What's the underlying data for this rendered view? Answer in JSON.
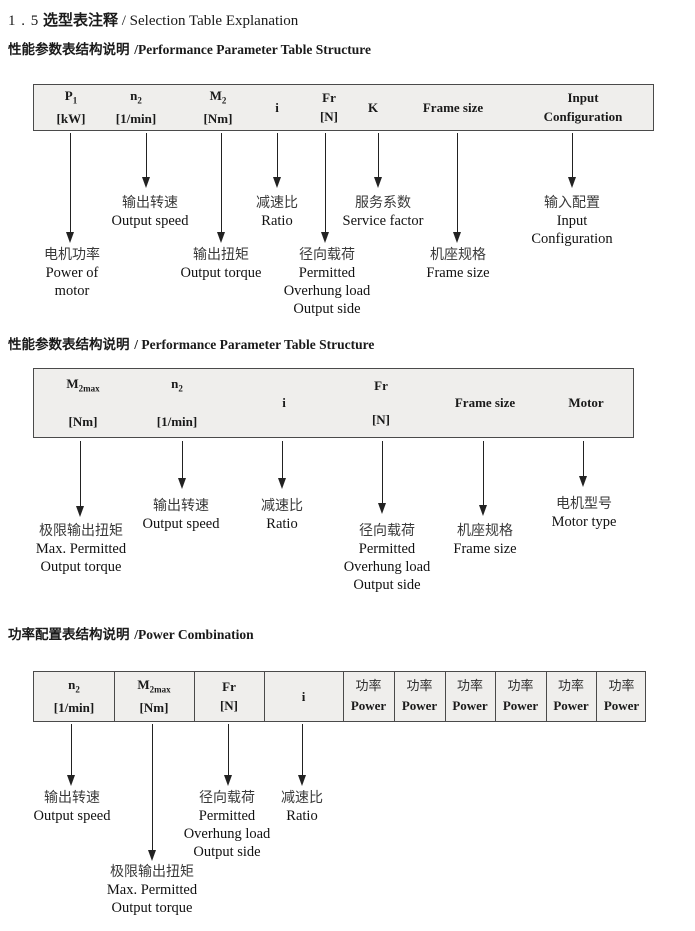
{
  "title": {
    "num": "1 . 5",
    "cn": "选型表注释",
    "en": "/  Selection Table Explanation"
  },
  "sections": [
    {
      "heading": {
        "cn": "性能参数表结构说明 ",
        "en": "/Performance Parameter Table Structure"
      },
      "columns": [
        {
          "sym": "P",
          "sub": "1",
          "unit": "[kW]"
        },
        {
          "sym": "n",
          "sub": "2",
          "unit": "[1/min]"
        },
        {
          "sym": "M",
          "sub": "2",
          "unit": "[Nm]"
        },
        {
          "sym": "i"
        },
        {
          "sym": "Fr",
          "unit": "[N]"
        },
        {
          "sym": "K"
        },
        {
          "sym": "Frame size"
        },
        {
          "line1": "Input",
          "line2": "Configuration"
        }
      ],
      "callouts": [
        {
          "cn": "电机功率",
          "en": [
            "Power of",
            "motor"
          ]
        },
        {
          "cn": "输出转速",
          "en": [
            "Output speed"
          ]
        },
        {
          "cn": "输出扭矩",
          "en": [
            "Output torque"
          ]
        },
        {
          "cn": "减速比",
          "en": [
            "Ratio"
          ]
        },
        {
          "cn": "径向载荷",
          "en": [
            "Permitted",
            "Overhung load",
            "Output side"
          ]
        },
        {
          "cn": "服务系数",
          "en": [
            "Service factor"
          ]
        },
        {
          "cn": "机座规格",
          "en": [
            "Frame size"
          ]
        },
        {
          "cn": "输入配置",
          "en": [
            "Input",
            "Configuration"
          ]
        }
      ]
    },
    {
      "heading": {
        "cn": "性能参数表结构说明 ",
        "en": "/ Performance Parameter Table Structure"
      },
      "columns": [
        {
          "sym": "M",
          "sub": "2max",
          "unit": "[Nm]"
        },
        {
          "sym": "n",
          "sub": "2",
          "unit": "[1/min]"
        },
        {
          "sym": "i"
        },
        {
          "sym": "Fr",
          "unit": "[N]"
        },
        {
          "sym": "Frame size"
        },
        {
          "sym": "Motor"
        }
      ],
      "callouts": [
        {
          "cn": "极限输出扭矩",
          "en": [
            "Max. Permitted",
            "Output  torque"
          ]
        },
        {
          "cn": "输出转速",
          "en": [
            "Output speed"
          ]
        },
        {
          "cn": "减速比",
          "en": [
            "Ratio"
          ]
        },
        {
          "cn": "径向载荷",
          "en": [
            "Permitted",
            "Overhung load",
            "Output side"
          ]
        },
        {
          "cn": "机座规格",
          "en": [
            "Frame size"
          ]
        },
        {
          "cn": "电机型号",
          "en": [
            "Motor type"
          ]
        }
      ]
    },
    {
      "heading": {
        "cn": "功率配置表结构说明 ",
        "en": "/Power Combination"
      },
      "columns": [
        {
          "sym": "n",
          "sub": "2",
          "unit": "[1/min]"
        },
        {
          "sym": "M",
          "sub": "2max",
          "unit": "[Nm]"
        },
        {
          "sym": "Fr",
          "unit": "[N]"
        },
        {
          "sym": "i"
        }
      ],
      "power_cell": {
        "cn": "功率",
        "en": "Power"
      },
      "power_cell_count": 6,
      "callouts": [
        {
          "cn": "输出转速",
          "en": [
            "Output speed"
          ]
        },
        {
          "cn": "极限输出扭矩",
          "en": [
            "Max. Permitted",
            "Output  torque"
          ]
        },
        {
          "cn": "径向载荷",
          "en": [
            "Permitted",
            "Overhung load",
            "Output side"
          ]
        },
        {
          "cn": "减速比",
          "en": [
            "Ratio"
          ]
        }
      ]
    }
  ]
}
